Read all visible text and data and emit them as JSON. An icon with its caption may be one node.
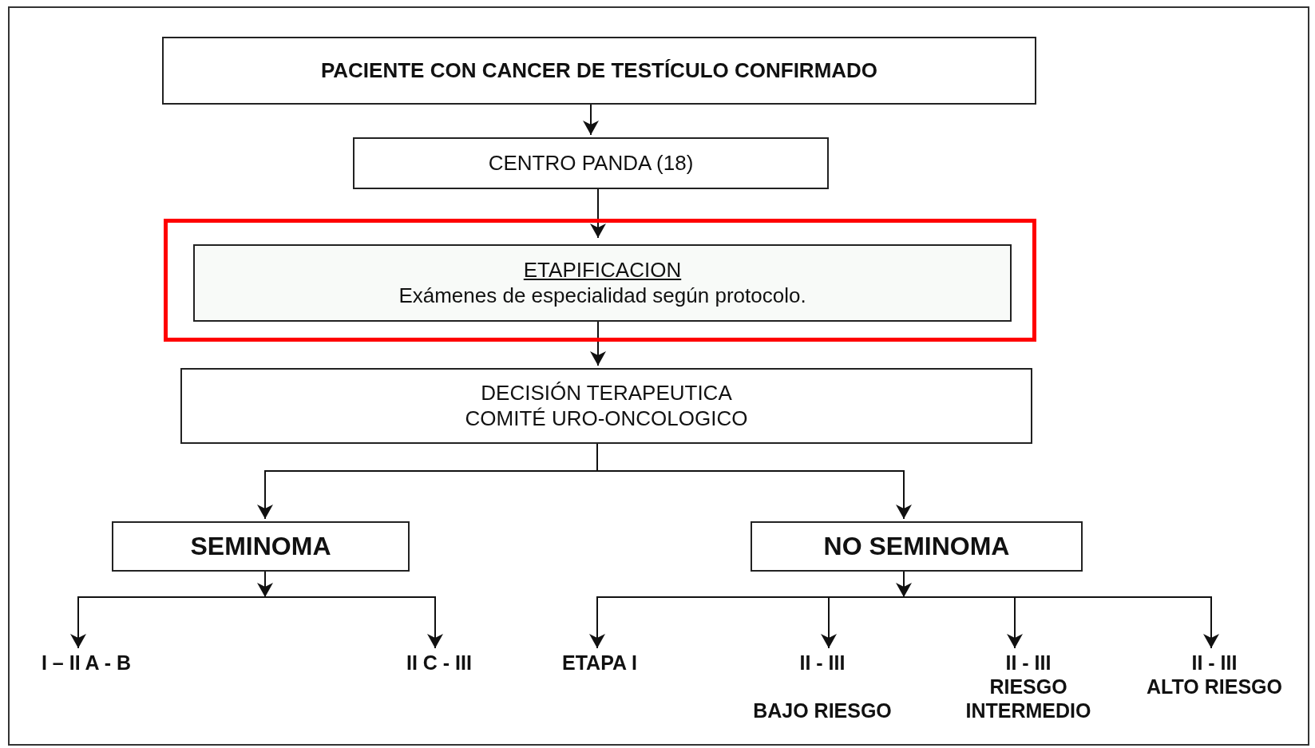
{
  "diagram": {
    "nodes": [
      {
        "text": [
          "PACIENTE CON CANCER DE TESTÍCULO CONFIRMADO"
        ]
      },
      {
        "text": [
          "CENTRO PANDA (18)"
        ]
      },
      {
        "text": [],
        "shape": "box"
      },
      {
        "text": [
          "ETAPIFICACION",
          "Exámenes de especialidad según protocolo."
        ],
        "in": 2
      },
      {
        "text": [
          "DECISIÓN TERAPEUTICA",
          "COMITÉ URO-ONCOLOGICO"
        ]
      },
      {
        "text": [
          "SEMINOMA"
        ]
      },
      {
        "text": [
          "NO SEMINOMA"
        ]
      },
      {
        "text": [
          "I – II A - B"
        ]
      },
      {
        "text": [
          "II C - III"
        ]
      },
      {
        "text": [
          "ETAPA I"
        ]
      },
      {
        "text": [
          "II - III",
          "BAJO RIESGO"
        ]
      },
      {
        "text": [
          "II - III",
          "RIESGO INTERMEDIO"
        ]
      },
      {
        "text": [
          "II - III",
          "ALTO RIESGO"
        ]
      }
    ],
    "edges": [
      {
        "from": 0,
        "to": 1,
        "arrow": "to"
      },
      {
        "from": 1,
        "to": 3,
        "arrow": "to"
      },
      {
        "from": 3,
        "to": 4,
        "arrow": "to"
      },
      {
        "from": 4,
        "to": 5,
        "arrow": "to"
      },
      {
        "from": 4,
        "to": 6,
        "arrow": "to"
      },
      {
        "from": 5,
        "to": 7,
        "arrow": "to"
      },
      {
        "from": 5,
        "to": 8,
        "arrow": "to"
      },
      {
        "from": 6,
        "to": 9,
        "arrow": "to"
      },
      {
        "from": 6,
        "to": 10,
        "arrow": "to"
      },
      {
        "from": 6,
        "to": 11,
        "arrow": "to"
      },
      {
        "from": 6,
        "to": 12,
        "arrow": "to"
      }
    ]
  }
}
